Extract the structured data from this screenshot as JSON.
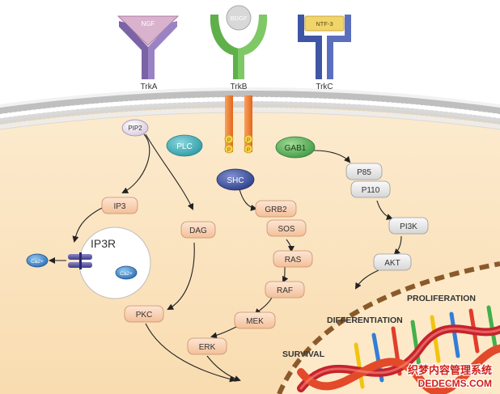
{
  "receptors": [
    {
      "ligand": "NGF",
      "name": "TrkA",
      "color": "#7b63a8"
    },
    {
      "ligand": "BDGF",
      "name": "TrkB",
      "color": "#5fb04a"
    },
    {
      "ligand": "NTF-3",
      "name": "TrkC",
      "color": "#3e56a5"
    }
  ],
  "phospho_label": "P",
  "nodes": {
    "pip2": "PIP2",
    "plc": "PLC",
    "gab1": "GAB1",
    "shc": "SHC",
    "p85": "P85",
    "p110": "P110",
    "ip3": "IP3",
    "dag": "DAG",
    "grb2": "GRB2",
    "sos": "SOS",
    "ras": "RAS",
    "raf": "RAF",
    "mek": "MEK",
    "erk": "ERK",
    "pkc": "PKC",
    "pi3k": "PI3K",
    "akt": "AKT",
    "ip3r": "IP3R",
    "ca_left": "Ca2+",
    "ca_right": "Ca2+"
  },
  "outcomes": {
    "proliferation": "PROLIFERATION",
    "differentiation": "DIFFERENTIATION",
    "survival": "SURVIVAL"
  },
  "watermark": {
    "line1": "织梦内容管理系统",
    "line2": "DEDECMS.COM"
  },
  "colors": {
    "cytoplasm": "#fbe3bf",
    "peach_node": "#f8d2b4",
    "gray_node": "#e6e6e6",
    "teal_node": "#44b5c0",
    "green_node": "#62b868",
    "blue_node": "#3f56a6",
    "trkb_orange": "#f07e2c",
    "nucleus_line": "#8a5a2b"
  }
}
